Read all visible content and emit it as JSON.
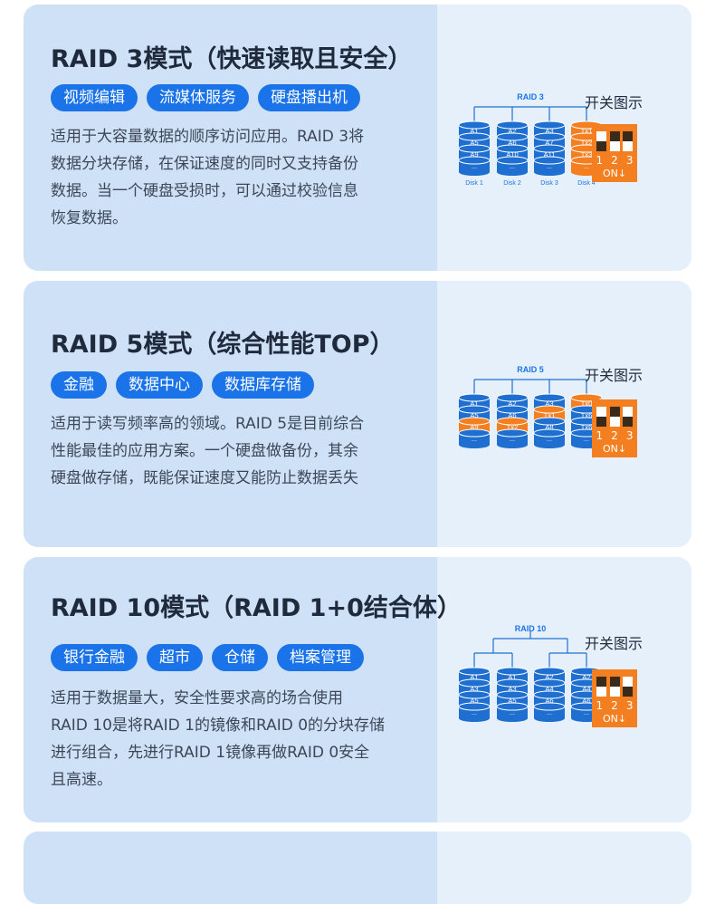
{
  "sections": [
    {
      "title": "RAID 3模式（快速读取且安全）",
      "tags": [
        "视频编辑",
        "流媒体服务",
        "硬盘播出机"
      ],
      "desc": [
        "适用于大容量数据的顺序访问应用。RAID 3将",
        "数据分块存储，在保证速度的同时又支持备份",
        "数据。当一个硬盘受损时，可以通过校验信息",
        "恢复数据。"
      ],
      "diagram": {
        "label": "RAID 3",
        "disks": [
          {
            "cells": [
              "A1",
              "A5",
              "A9",
              "..."
            ],
            "colors": [
              "b",
              "b",
              "b",
              "b"
            ],
            "name": "Disk 1"
          },
          {
            "cells": [
              "A2",
              "A6",
              "A10",
              "..."
            ],
            "colors": [
              "b",
              "b",
              "b",
              "b"
            ],
            "name": "Disk 2"
          },
          {
            "cells": [
              "A3",
              "A7",
              "A11",
              "..."
            ],
            "colors": [
              "b",
              "b",
              "b",
              "b"
            ],
            "name": "Disk 3"
          },
          {
            "cells": [
              "Tx1",
              "Tx2",
              "Tx3",
              "..."
            ],
            "colors": [
              "o",
              "o",
              "o",
              "o"
            ],
            "name": "Disk 4"
          }
        ]
      },
      "switch_label": "开关图示",
      "switch_numbers": [
        "1",
        "2",
        "3"
      ],
      "switch_on": "ON↓",
      "switch_knobs": [
        "down",
        "up",
        "up"
      ]
    },
    {
      "title": "RAID 5模式（综合性能TOP）",
      "tags": [
        "金融",
        "数据中心",
        "数据库存储"
      ],
      "desc": [
        "适用于读写频率高的领域。RAID 5是目前综合",
        "性能最佳的应用方案。一个硬盘做备份，其余",
        "硬盘做存储，既能保证速度又能防止数据丢失"
      ],
      "diagram": {
        "label": "RAID 5",
        "disks": [
          {
            "cells": [
              "A1",
              "A5",
              "A9",
              "..."
            ],
            "colors": [
              "b",
              "b",
              "o",
              "b"
            ],
            "name": ""
          },
          {
            "cells": [
              "A2",
              "A6",
              "Tx2",
              "..."
            ],
            "colors": [
              "b",
              "b",
              "o",
              "b"
            ],
            "name": ""
          },
          {
            "cells": [
              "A3",
              "Tx1",
              "A8",
              "..."
            ],
            "colors": [
              "b",
              "o",
              "b",
              "b"
            ],
            "name": ""
          },
          {
            "cells": [
              "Tx0",
              "Tx6",
              "Tx6",
              "..."
            ],
            "colors": [
              "o",
              "b",
              "b",
              "b"
            ],
            "name": ""
          }
        ]
      },
      "switch_label": "开关图示",
      "switch_numbers": [
        "1",
        "2",
        "3"
      ],
      "switch_on": "ON↓",
      "switch_knobs": [
        "down",
        "up",
        "down"
      ]
    },
    {
      "title": "RAID 10模式（RAID 1+0结合体）",
      "tags": [
        "银行金融",
        "超市",
        "仓储",
        "档案管理"
      ],
      "desc": [
        "适用于数据量大，安全性要求高的场合使用",
        "RAID 10是将RAID 1的镜像和RAID 0的分块存储",
        "进行组合，先进行RAID 1镜像再做RAID 0安全",
        "且高速。"
      ],
      "diagram": {
        "label": "RAID 10",
        "disks": [
          {
            "cells": [
              "A1",
              "A3",
              "A5",
              "..."
            ],
            "colors": [
              "b",
              "b",
              "b",
              "b"
            ],
            "name": ""
          },
          {
            "cells": [
              "A1",
              "A3",
              "A5",
              "..."
            ],
            "colors": [
              "b",
              "b",
              "b",
              "b"
            ],
            "name": ""
          },
          {
            "cells": [
              "A2",
              "A4",
              "A6",
              "..."
            ],
            "colors": [
              "b",
              "b",
              "b",
              "b"
            ],
            "name": ""
          },
          {
            "cells": [
              "A2",
              "A4",
              "A6",
              "..."
            ],
            "colors": [
              "b",
              "b",
              "b",
              "b"
            ],
            "name": ""
          }
        ]
      },
      "switch_label": "开关图示",
      "switch_numbers": [
        "1",
        "2",
        "3"
      ],
      "switch_on": "ON↓",
      "switch_knobs": [
        "up",
        "up",
        "down"
      ]
    }
  ],
  "colors": {
    "card_left": "#cfe1f7",
    "card_right": "#e6f0fb",
    "tag": "#1a73e8",
    "disk_blue": "#1f6fd1",
    "disk_orange": "#f47f20"
  }
}
